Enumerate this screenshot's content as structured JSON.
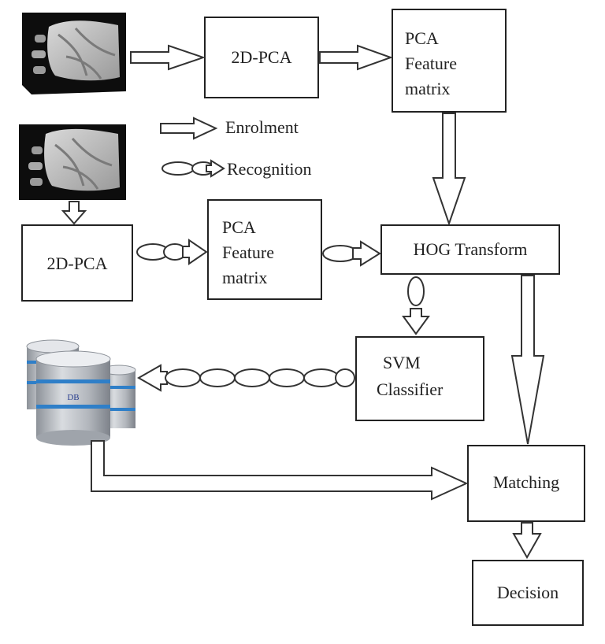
{
  "nodes": {
    "pca_top": "2D-PCA",
    "feat_top": [
      "PCA",
      "Feature",
      "matrix"
    ],
    "pca_mid": "2D-PCA",
    "feat_mid": [
      "PCA",
      "Feature",
      "matrix"
    ],
    "hog": "HOG Transform",
    "svm": [
      "SVM",
      "Classifier"
    ],
    "matching": "Matching",
    "decision": "Decision",
    "db": "DB"
  },
  "legend": {
    "enrolment": "Enrolment",
    "recognition": "Recognition"
  },
  "images": {
    "top": "palm vein image",
    "mid": "palm vein image"
  },
  "colors": {
    "box_stroke": "#222222",
    "arrow_stroke": "#333333",
    "db_body": "#b8bcc2",
    "db_band": "#2f7fc8",
    "text": "#222222"
  }
}
